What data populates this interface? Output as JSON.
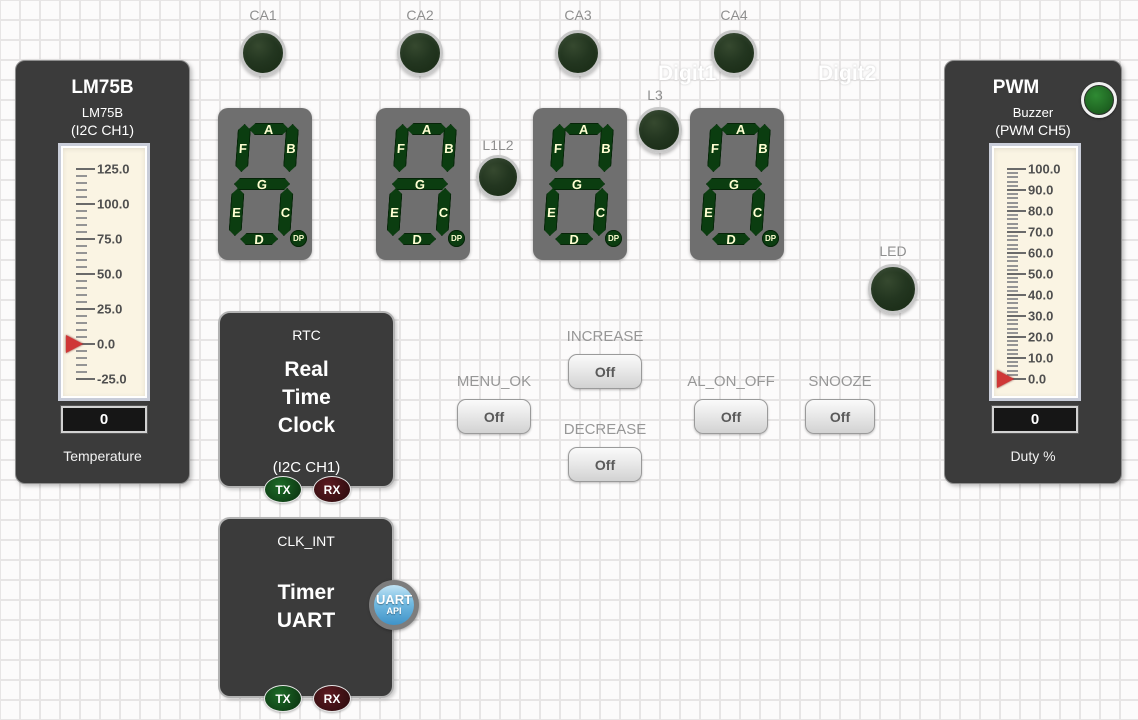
{
  "colors": {
    "panel_dark": "#3b3b3b",
    "canvas_bg": "#fcfbfb",
    "grid_line": "#e7e5e5",
    "led_dark_green": "#233620",
    "led_bright_green": "#2a7d2a",
    "segment_green": "#0b3d10",
    "display_body": "#6f6f6f",
    "pointer_red": "#cf3737",
    "gauge_bg": "#faf4e3",
    "tx_green": "#15501d",
    "rx_maroon": "#451318",
    "uart_badge_blue": "#5aa8d8",
    "label_gray": "#979797"
  },
  "lm75b": {
    "title": "LM75B",
    "subtitle1": "LM75B",
    "subtitle2": "(I2C CH1)",
    "value": "0",
    "unit_label": "Temperature",
    "gauge": {
      "min": -25.0,
      "max": 125.0,
      "labels": [
        "125.0",
        "100.0",
        "75.0",
        "50.0",
        "25.0",
        "0.0",
        "-25.0"
      ],
      "minor_per_gap": 4,
      "pointer_index": 5,
      "pointer_value": 0.0
    }
  },
  "pwm": {
    "title": "PWM",
    "subtitle1": "Buzzer",
    "subtitle2": "(PWM CH5)",
    "value": "0",
    "unit_label": "Duty %",
    "gauge": {
      "min": 0.0,
      "max": 100.0,
      "labels": [
        "100.0",
        "90.0",
        "80.0",
        "70.0",
        "60.0",
        "50.0",
        "40.0",
        "30.0",
        "20.0",
        "10.0",
        "0.0"
      ],
      "minor_per_gap": 4,
      "pointer_index": 10,
      "pointer_value": 0.0
    }
  },
  "top_leds": [
    {
      "label": "CA1"
    },
    {
      "label": "CA2"
    },
    {
      "label": "CA3"
    },
    {
      "label": "CA4"
    }
  ],
  "display": {
    "segment_letters": [
      "A",
      "B",
      "C",
      "D",
      "E",
      "F",
      "G"
    ],
    "dp_label": "DP",
    "count": 4
  },
  "mid_leds": [
    {
      "label": "L1L2"
    },
    {
      "label": "L3"
    },
    {
      "label": "LED"
    }
  ],
  "faint_labels": [
    {
      "text": "Digit1"
    },
    {
      "text": "Digit2"
    }
  ],
  "rtc": {
    "top_label": "RTC",
    "line1": "Real",
    "line2": "Time",
    "line3": "Clock",
    "bottom_label": "(I2C CH1)",
    "tx_label": "TX",
    "rx_label": "RX"
  },
  "timer": {
    "top_label": "CLK_INT",
    "line1": "Timer",
    "line2": "UART",
    "tx_label": "TX",
    "rx_label": "RX",
    "badge_line1": "UART",
    "badge_line2": "API"
  },
  "buttons": [
    {
      "label": "MENU_OK",
      "state": "Off"
    },
    {
      "label": "INCREASE",
      "state": "Off"
    },
    {
      "label": "DECREASE",
      "state": "Off"
    },
    {
      "label": "AL_ON_OFF",
      "state": "Off"
    },
    {
      "label": "SNOOZE",
      "state": "Off"
    }
  ]
}
